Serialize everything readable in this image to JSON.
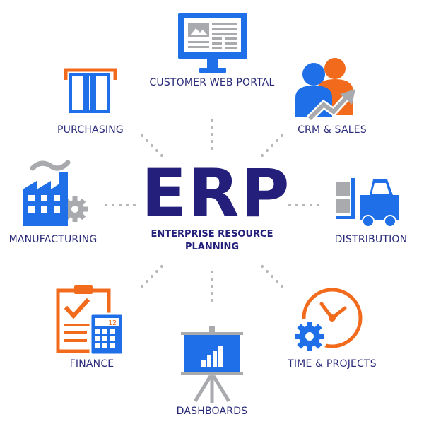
{
  "center": {
    "title": "ERP",
    "subtitle_line1": "ENTERPRISE RESOURCE",
    "subtitle_line2": "PLANNING"
  },
  "modules": {
    "customer_web_portal": "CUSTOMER WEB PORTAL",
    "crm_sales": "CRM & SALES",
    "distribution": "DISTRIBUTION",
    "time_projects": "TIME & PROJECTS",
    "dashboards": "DASHBOARDS",
    "finance": "FINANCE",
    "manufacturing": "MANUFACTURING",
    "purchasing": "PURCHASING"
  },
  "finance_calc_display": "12",
  "colors": {
    "blue": "#1e6fe8",
    "orange": "#f26b1d",
    "gray": "#a9aaae",
    "navy": "#231f7a",
    "label": "#2a2a7a"
  },
  "icons": [
    "monitor-icon",
    "people-growth-icon",
    "forklift-icon",
    "clock-gear-icon",
    "presentation-board-icon",
    "clipboard-calculator-icon",
    "factory-icon",
    "atm-card-icon"
  ]
}
